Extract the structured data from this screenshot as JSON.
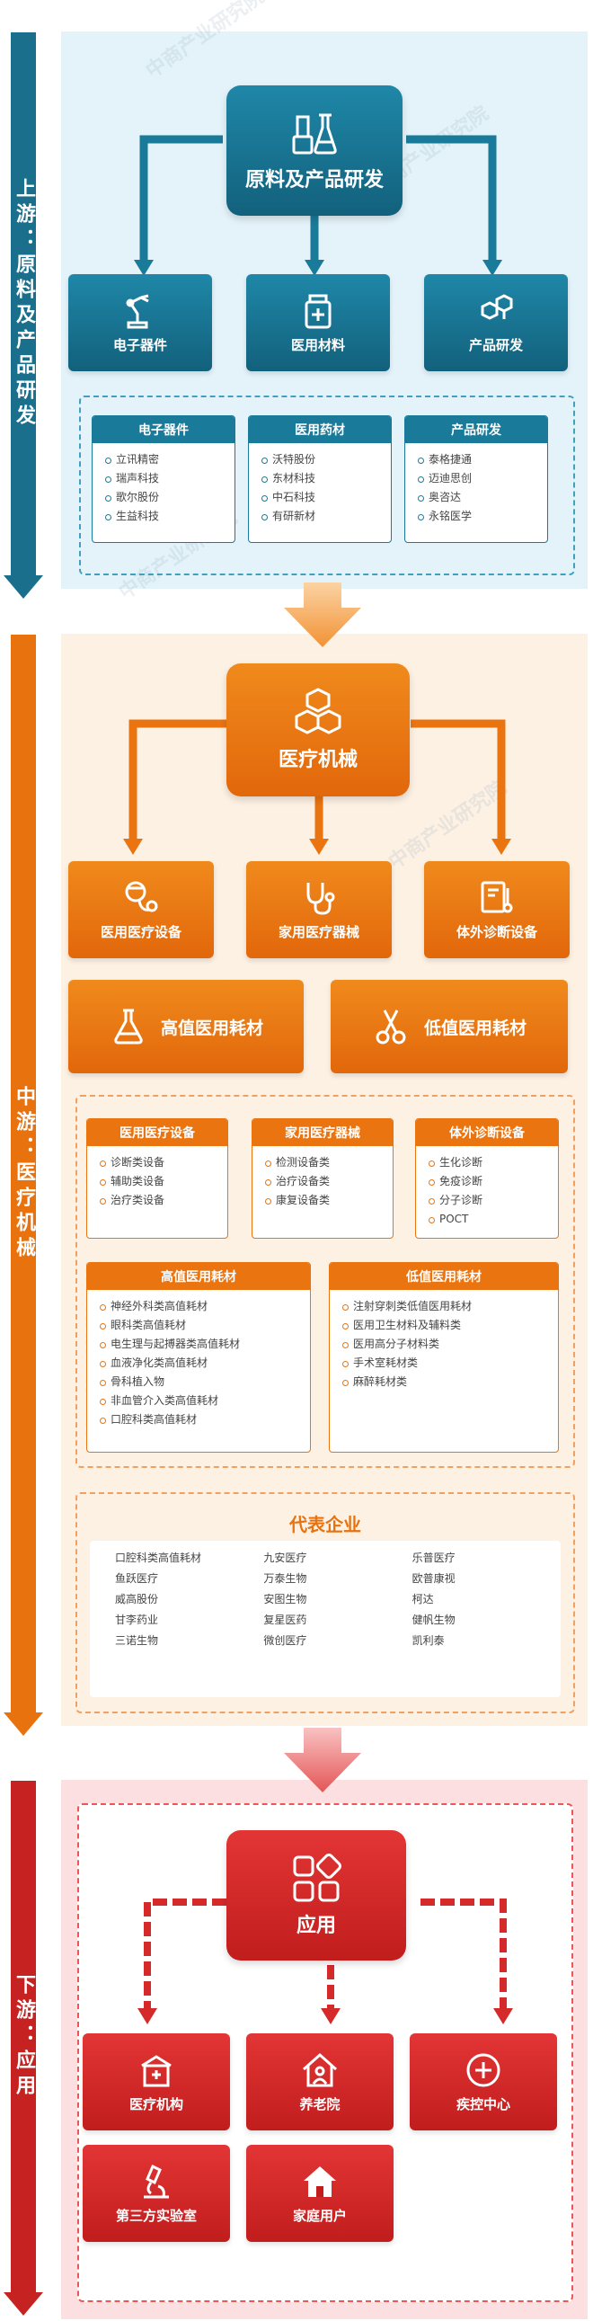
{
  "colors": {
    "upstream": "#1a7a99",
    "midstream": "#ea7410",
    "downstream": "#d42a2a"
  },
  "watermark": "中商产业研究院",
  "upstream": {
    "stage_label": "上游：原料及产品研发",
    "hub_label": "原料及产品研发",
    "hub_icon": "lab-flask-icon",
    "categories": [
      {
        "label": "电子器件",
        "icon": "robot-arm-icon"
      },
      {
        "label": "医用材料",
        "icon": "pill-bottle-icon"
      },
      {
        "label": "产品研发",
        "icon": "molecule-icon"
      }
    ],
    "cards": [
      {
        "title": "电子器件",
        "items": [
          "立讯精密",
          "瑞声科技",
          "歌尔股份",
          "生益科技"
        ]
      },
      {
        "title": "医用药材",
        "items": [
          "沃特股份",
          "东材科技",
          "中石科技",
          "有研新材"
        ]
      },
      {
        "title": "产品研发",
        "items": [
          "泰格捷通",
          "迈迪思创",
          "奥咨达",
          "永铭医学"
        ]
      }
    ]
  },
  "midstream": {
    "stage_label": "中游：医疗机械",
    "hub_label": "医疗机械",
    "hub_icon": "cubes-icon",
    "categories": [
      {
        "label": "医用医疗设备",
        "icon": "stethoscope-ball-icon"
      },
      {
        "label": "家用医疗器械",
        "icon": "stethoscope-icon"
      },
      {
        "label": "体外诊断设备",
        "icon": "thermometer-doc-icon"
      }
    ],
    "big_categories": [
      {
        "label": "高值医用耗材",
        "icon": "flask-icon"
      },
      {
        "label": "低值医用耗材",
        "icon": "scissors-icon"
      }
    ],
    "cards": [
      {
        "title": "医用医疗设备",
        "items": [
          "诊断类设备",
          "辅助类设备",
          "治疗类设备"
        ]
      },
      {
        "title": "家用医疗器械",
        "items": [
          "检测设备类",
          "治疗设备类",
          "康复设备类"
        ]
      },
      {
        "title": "体外诊断设备",
        "items": [
          "生化诊断",
          "免疫诊断",
          "分子诊断",
          "POCT"
        ]
      }
    ],
    "big_cards": [
      {
        "title": "高值医用耗材",
        "items": [
          "神经外科类高值耗材",
          "眼科类高值耗材",
          "电生理与起搏器类高值耗材",
          "血液净化类高值耗材",
          "骨科植入物",
          "非血管介入类高值耗材",
          "口腔科类高值耗材"
        ]
      },
      {
        "title": "低值医用耗材",
        "items": [
          "注射穿刺类低值医用耗材",
          "医用卫生材料及辅料类",
          "医用高分子材料类",
          "手术室耗材类",
          "麻醉耗材类"
        ]
      }
    ],
    "companies": {
      "title": "代表企业",
      "columns": [
        [
          "口腔科类高值耗材",
          "鱼跃医疗",
          "威高股份",
          "甘李药业",
          "三诺生物"
        ],
        [
          "九安医疗",
          "万泰生物",
          "安图生物",
          "复星医药",
          "微创医疗"
        ],
        [
          "乐普医疗",
          "欧普康视",
          "柯达",
          "健帆生物",
          "凯利泰"
        ]
      ]
    }
  },
  "downstream": {
    "stage_label": "下游：应用",
    "hub_label": "应用",
    "hub_icon": "app-grid-icon",
    "targets": [
      {
        "label": "医疗机构",
        "icon": "hospital-icon"
      },
      {
        "label": "养老院",
        "icon": "nursing-home-icon"
      },
      {
        "label": "疾控中心",
        "icon": "medical-cross-icon"
      },
      {
        "label": "第三方实验室",
        "icon": "microscope-icon"
      },
      {
        "label": "家庭用户",
        "icon": "house-icon"
      }
    ]
  }
}
